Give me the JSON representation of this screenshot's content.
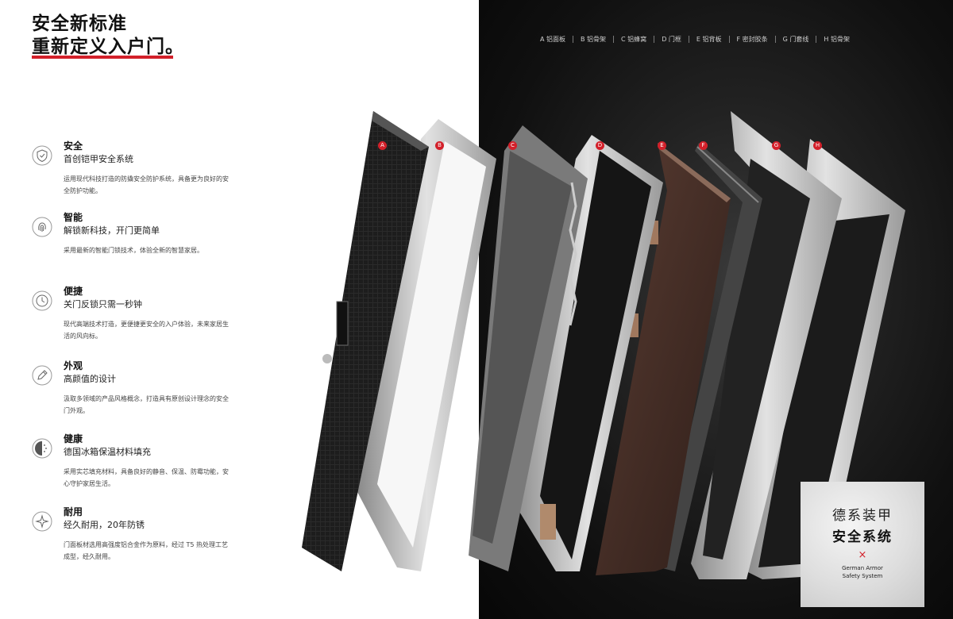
{
  "headline": {
    "line1": "安全新标准",
    "line2": "重新定义入户门。"
  },
  "features": [
    {
      "title": "安全",
      "subtitle": "首创铠甲安全系统",
      "desc": "运用现代科技打造的防撬安全防护系统，具备更为良好的安全防护功能。",
      "icon": "shield-icon"
    },
    {
      "title": "智能",
      "subtitle": "解锁新科技，开门更简单",
      "desc": "采用最新的智能门锁技术，体验全新的智慧家居。",
      "icon": "fingerprint-icon"
    },
    {
      "title": "便捷",
      "subtitle": "关门反锁只需一秒钟",
      "desc": "现代高端技术打造，更便捷更安全的入户体验，未来家居生活的风向标。",
      "icon": "clock-icon"
    },
    {
      "title": "外观",
      "subtitle": "高颜值的设计",
      "desc": "汲取多领域的产品风格概念，打造具有原创设计理念的安全门外观。",
      "icon": "pen-icon"
    },
    {
      "title": "健康",
      "subtitle": "德国冰箱保温材料填充",
      "desc": "采用实芯填充材料，具备良好的静音、保温、防霉功能，安心守护家居生活。",
      "icon": "leaf-icon"
    },
    {
      "title": "耐用",
      "subtitle": "经久耐用，20年防锈",
      "desc": "门面板材选用高强度铝合金作为原料，经过 T5 热处理工艺成型，经久耐用。",
      "icon": "sparkle-icon"
    }
  ],
  "nav": [
    "A 铝面板",
    "B 铝骨架",
    "C 铝蜂窝",
    "D 门框",
    "E 铝背板",
    "F 密封胶条",
    "G 门套线",
    "H 铝骨架"
  ],
  "layers": [
    "A",
    "B",
    "C",
    "D",
    "E",
    "F",
    "G",
    "H"
  ],
  "badge": {
    "line1": "德系装甲",
    "line2": "安全系统",
    "mark": "×",
    "en1": "German Armor",
    "en2": "Safety System"
  },
  "colors": {
    "accent": "#d3202a",
    "dark": "#111111"
  }
}
